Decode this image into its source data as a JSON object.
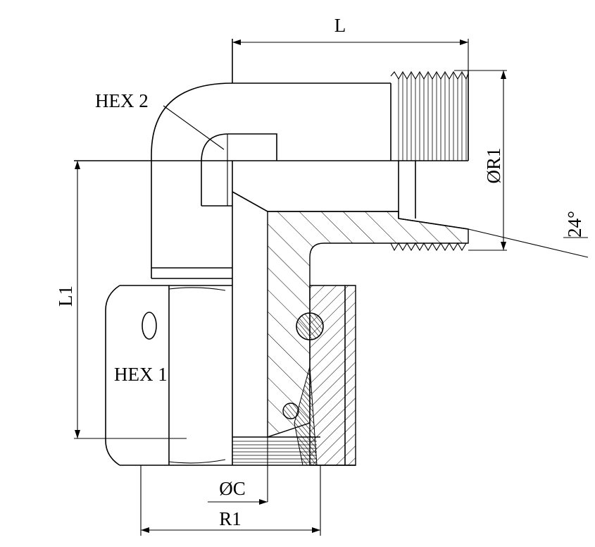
{
  "labels": {
    "length_l": "L",
    "length_l1": "L1",
    "hex2": "HEX 2",
    "hex1": "HEX 1",
    "dia_r1": "ØR1",
    "angle": "24°",
    "dia_c": "ØC",
    "thread_r1": "R1"
  }
}
